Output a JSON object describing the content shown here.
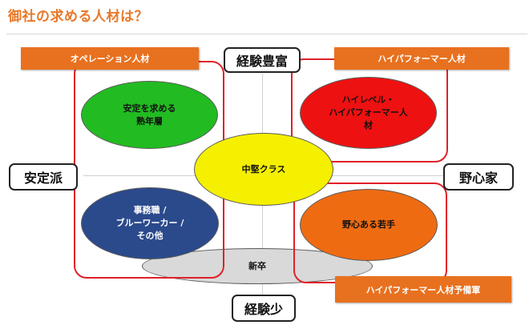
{
  "title": "御社の求める人材は？",
  "axes": {
    "top": "経験豊富",
    "bottom": "経験少",
    "left": "安定派",
    "right": "野心家"
  },
  "banners": {
    "operation": "オペレーション人材",
    "high_performer": "ハイパフォーマー人材",
    "high_performer_reserve": "ハイパフォーマー人材予備軍"
  },
  "segments": {
    "stable_veteran": {
      "label": "安定を求める\n熟年層",
      "color": "#22bb22"
    },
    "high_level": {
      "label": "ハイレベル・\nハイパフォーマー人\n材",
      "color": "#ee1111"
    },
    "mid_class": {
      "label": "中堅クラス",
      "color": "#f5f000"
    },
    "office_worker": {
      "label": "事務職 /\nブルーワーカー /\nその他",
      "color": "#2b4a8c"
    },
    "ambitious_young": {
      "label": "野心ある若手",
      "color": "#ef6b12"
    },
    "new_grad": {
      "label": "新卒",
      "color": "#d9d9d9"
    }
  },
  "colors": {
    "title": "#e8792a",
    "banner": "#e8711f",
    "group_border": "#e0202a"
  }
}
